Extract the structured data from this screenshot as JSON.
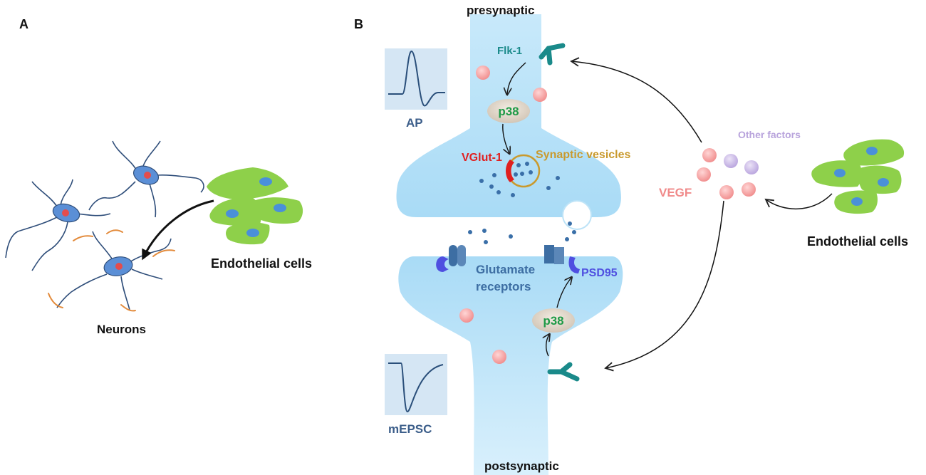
{
  "panel_a": {
    "letter": "A",
    "neurons_label": "Neurons",
    "endothelial_label": "Endothelial cells"
  },
  "panel_b": {
    "letter": "B",
    "presynaptic_label": "presynaptic",
    "postsynaptic_label": "postsynaptic",
    "ap_label": "AP",
    "mepsc_label": "mEPSC",
    "flk1_label": "Flk-1",
    "p38_top_label": "p38",
    "p38_bottom_label": "p38",
    "vglut1_label": "VGlut-1",
    "vesicles_label": "Synaptic vesicles",
    "glutamate_receptors_line1": "Glutamate",
    "glutamate_receptors_line2": "receptors",
    "psd95_label": "PSD95",
    "vegf_label": "VEGF",
    "other_factors_label": "Other factors",
    "endothelial_label": "Endothelial cells"
  },
  "colors": {
    "synapse_fill": "#bde3f7",
    "neuron_body": "#5b8fd6",
    "neuron_nucleus": "#e44c4c",
    "neurite": "#2f4e7a",
    "orange_process": "#e38b3c",
    "endothelial_cell": "#8ed04a",
    "endothelial_nucleus": "#4a90d9",
    "flk1_teal": "#1a8a8a",
    "p38_text": "#1e9a46",
    "vglut_red": "#e01f1f",
    "vesicle_gold": "#c99a2e",
    "glutamate_blue": "#3d6ea3",
    "psd95_blue": "#4f4fe0",
    "vegf_pink": "#f09a9a",
    "other_purple": "#b8a3dc",
    "panel_label_blue": "#3c5e8a"
  }
}
